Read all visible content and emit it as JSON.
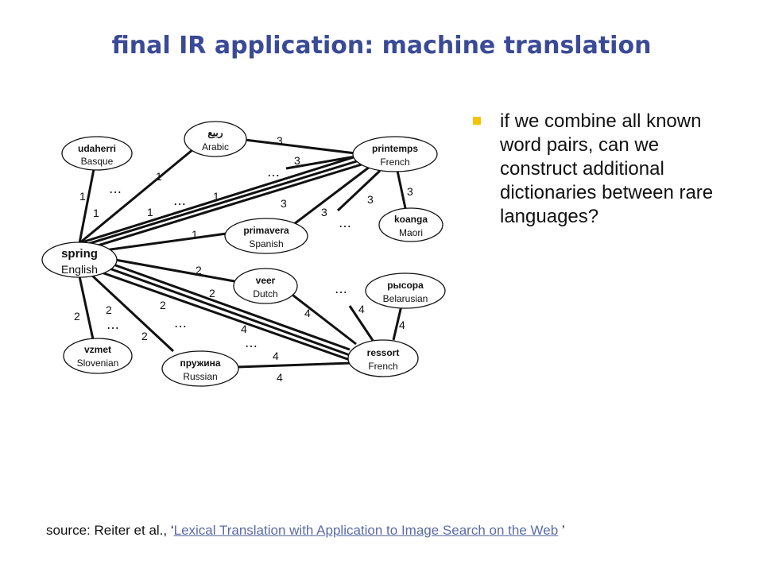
{
  "title": "final IR application: machine translation",
  "bullet": {
    "marker_color": "#f5c400",
    "text": "if we combine all known word pairs, can we construct additional dictionaries between rare languages?"
  },
  "source": {
    "prefix": "source: Reiter et al., ‘",
    "link_text": "Lexical Translation with Application to Image Search on the Web",
    "suffix": " ’"
  },
  "colors": {
    "title": "#3a4a96",
    "link": "#5a6aa8"
  },
  "diagram": {
    "nodes": {
      "spring": {
        "word": "spring",
        "lang": "English"
      },
      "udaherri": {
        "word": "udaherri",
        "lang": "Basque"
      },
      "arabic": {
        "word": "ربيع",
        "lang": "Arabic"
      },
      "printemps": {
        "word": "printemps",
        "lang": "French"
      },
      "koanga": {
        "word": "koanga",
        "lang": "Maori"
      },
      "primavera": {
        "word": "primavera",
        "lang": "Spanish"
      },
      "veer": {
        "word": "veer",
        "lang": "Dutch"
      },
      "rysora": {
        "word": "рысора",
        "lang": "Belarusian"
      },
      "ressort": {
        "word": "ressort",
        "lang": "French"
      },
      "vzmet": {
        "word": "vzmet",
        "lang": "Slovenian"
      },
      "pruzhina": {
        "word": "пружина",
        "lang": "Russian"
      }
    },
    "edge_weights": [
      "1",
      "1",
      "1",
      "1",
      "1",
      "1",
      "3",
      "3",
      "3",
      "3",
      "3",
      "3",
      "3",
      "2",
      "2",
      "2",
      "2",
      "2",
      "2",
      "4",
      "4",
      "4",
      "4",
      "4",
      "4",
      "4"
    ],
    "ellipsis": "…"
  }
}
